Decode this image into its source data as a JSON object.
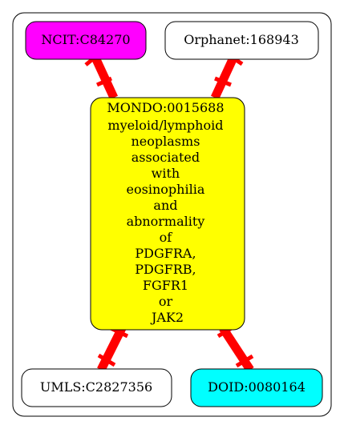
{
  "colors": {
    "background": "#ffffff",
    "edge": "#ff0000",
    "border": "#000000",
    "center_fill": "#ffff00",
    "ncit_fill": "#ff00ff",
    "doid_fill": "#00ffff",
    "plain_fill": "#ffffff"
  },
  "graph": {
    "center": {
      "lines": [
        "MONDO:0015688",
        "myeloid/lymphoid",
        "neoplasms",
        "associated",
        "with",
        "eosinophilia",
        "and",
        "abnormality",
        "of",
        "PDGFRA,",
        "PDGFRB,",
        "FGFR1",
        "or",
        "JAK2"
      ]
    },
    "nodes": [
      {
        "id": "ncit",
        "label": "NCIT:C84270"
      },
      {
        "id": "orphanet",
        "label": "Orphanet:168943"
      },
      {
        "id": "umls",
        "label": "UMLS:C2827356"
      },
      {
        "id": "doid",
        "label": "DOID:0080164"
      }
    ]
  }
}
